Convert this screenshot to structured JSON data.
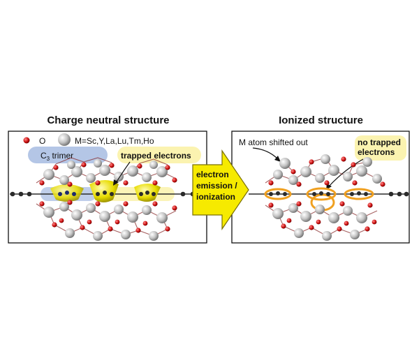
{
  "left_panel": {
    "title": "Charge neutral structure",
    "legend": {
      "oxygen_label": "O",
      "metal_label": "M=Sc,Y,La,Lu,Tm,Ho"
    },
    "c3_label_main": "C",
    "c3_label_sub": "3",
    "c3_label_rest": " trimer",
    "trapped_label": "trapped electrons"
  },
  "arrow": {
    "line1": "electron",
    "line2": "emission /",
    "line3": "ionization"
  },
  "right_panel": {
    "title": "Ionized structure",
    "shift_label": "M atom shifted out",
    "no_trapped_line1": "no trapped",
    "no_trapped_line2": "electrons"
  },
  "colors": {
    "oxygen": "#c81414",
    "metal": "#b9b9b9",
    "c3_highlight": "#b4c6e6",
    "trapped_highlight": "#fbf3b0",
    "electron_cloud": "#f2e400",
    "orbital_ring": "#f0a020",
    "arrow_fill": "#f6ea00",
    "carbon": "#2a2a2a"
  }
}
